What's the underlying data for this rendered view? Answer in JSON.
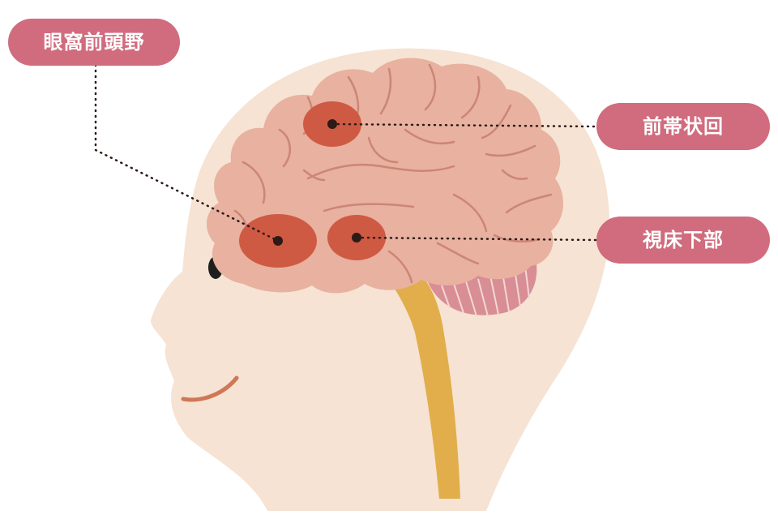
{
  "labels": {
    "orbitofrontal": "眼窩前頭野",
    "anterior_cingulate": "前帯状回",
    "hypothalamus": "視床下部"
  },
  "colors": {
    "skin": "#f6e3d3",
    "brain": "#e8b1a0",
    "brain_line": "#cc8576",
    "region": "#cf5a44",
    "region_dot": "#2b1a16",
    "spinal_cord": "#e1ae4b",
    "cerebellum": "#d88e94",
    "label_bg": "#d06c7e",
    "label_text": "#ffffff",
    "mouth": "#cf7756",
    "eye": "#1e1e1e"
  }
}
